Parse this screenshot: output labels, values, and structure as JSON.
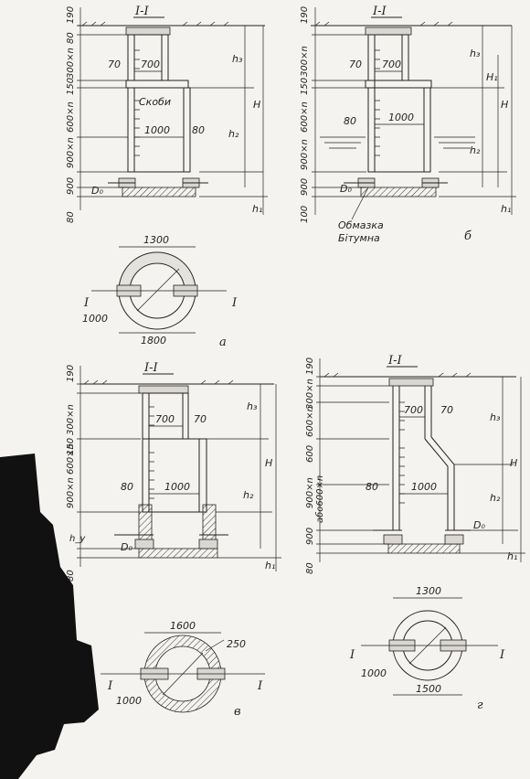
{
  "panel_a": {
    "section": "I-I",
    "dims_left": [
      "190",
      "80",
      "300×n",
      "150",
      "600×n",
      "900×n",
      "900",
      "80"
    ],
    "inner_top": "700",
    "gap": "70",
    "inner_bottom": "1000",
    "wall": "80",
    "label_brackets": "Скоби",
    "d0": "D₀",
    "h_labels": [
      "h₃",
      "h₂",
      "h₁",
      "H"
    ],
    "plan_top": "1300",
    "plan_inner": "1000",
    "plan_bottom": "1800",
    "cut": "I",
    "letter": "а"
  },
  "panel_b": {
    "section": "I-I",
    "dims_left": [
      "190",
      "300×n",
      "150",
      "600×n",
      "900×n",
      "900",
      "100"
    ],
    "inner_top": "700",
    "gap": "70",
    "inner_bottom": "1000",
    "wall": "80",
    "d0": "D₀",
    "h_labels": [
      "h₃",
      "H₁",
      "H",
      "h₂",
      "h₁"
    ],
    "note_line1": "Обмазка",
    "note_line2": "Бітумна",
    "letter": "б"
  },
  "panel_c": {
    "section": "I-I",
    "dims_left": [
      "190",
      "300×n",
      "150",
      "900×n 600×n",
      "h_y",
      "80"
    ],
    "inner_top": "700",
    "gap": "70",
    "inner_bottom": "1000",
    "wall": "80",
    "d0": "D₀",
    "h_labels": [
      "h₃",
      "H",
      "h₂",
      "h₁"
    ],
    "plan_top": "1600",
    "plan_wall": "250",
    "plan_inner": "1000",
    "cut": "I",
    "letter": "в"
  },
  "panel_d": {
    "section": "I-I",
    "dims_left": [
      "190",
      "300×n",
      "600×n",
      "600",
      "900×n",
      "або600×n",
      "900",
      "80"
    ],
    "inner_top": "700",
    "gap": "70",
    "inner_bottom": "1000",
    "wall": "80",
    "d0": "D₀",
    "h_labels": [
      "h₃",
      "H",
      "h₂",
      "h₁"
    ],
    "plan_top": "1300",
    "plan_inner": "1000",
    "plan_bottom": "1500",
    "cut": "I",
    "letter": "г"
  }
}
